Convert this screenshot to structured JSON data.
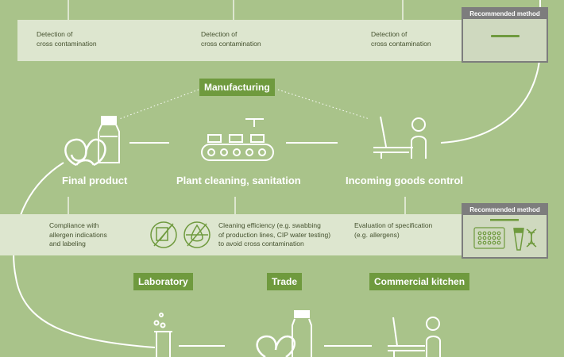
{
  "top_band": {
    "items": [
      "Detection of\ncross contamination",
      "Detection of\ncross contamination",
      "Detection of\ncross contamination"
    ],
    "recommended_label": "Recommended method"
  },
  "manufacturing_label": "Manufacturing",
  "stages": {
    "final_product": "Final product",
    "plant_cleaning": "Plant cleaning, sanitation",
    "incoming_goods": "Incoming goods control"
  },
  "mid_band": {
    "compliance": "Compliance with\nallergen indications\nand labeling",
    "cleaning": "Cleaning efficiency (e.g. swabbing\nof production lines, CIP water testing)\nto avoid cross contamination",
    "evaluation": "Evaluation of specification\n(e.g. allergens)",
    "recommended_label": "Recommended method"
  },
  "bottom_tags": {
    "laboratory": "Laboratory",
    "trade": "Trade",
    "commercial_kitchen": "Commercial kitchen"
  },
  "colors": {
    "background": "#a9c38a",
    "band": "#dde6cf",
    "tag": "#6f9a3e",
    "recommended_header": "#7d7d7d"
  },
  "icons": [
    "pretzel-icon",
    "bottle-icon",
    "conveyor-icon",
    "worker-desk-icon",
    "swab-icon",
    "water-drop-icon",
    "test-strip-icon",
    "microplate-icon",
    "test-tube-icon",
    "dna-icon"
  ]
}
